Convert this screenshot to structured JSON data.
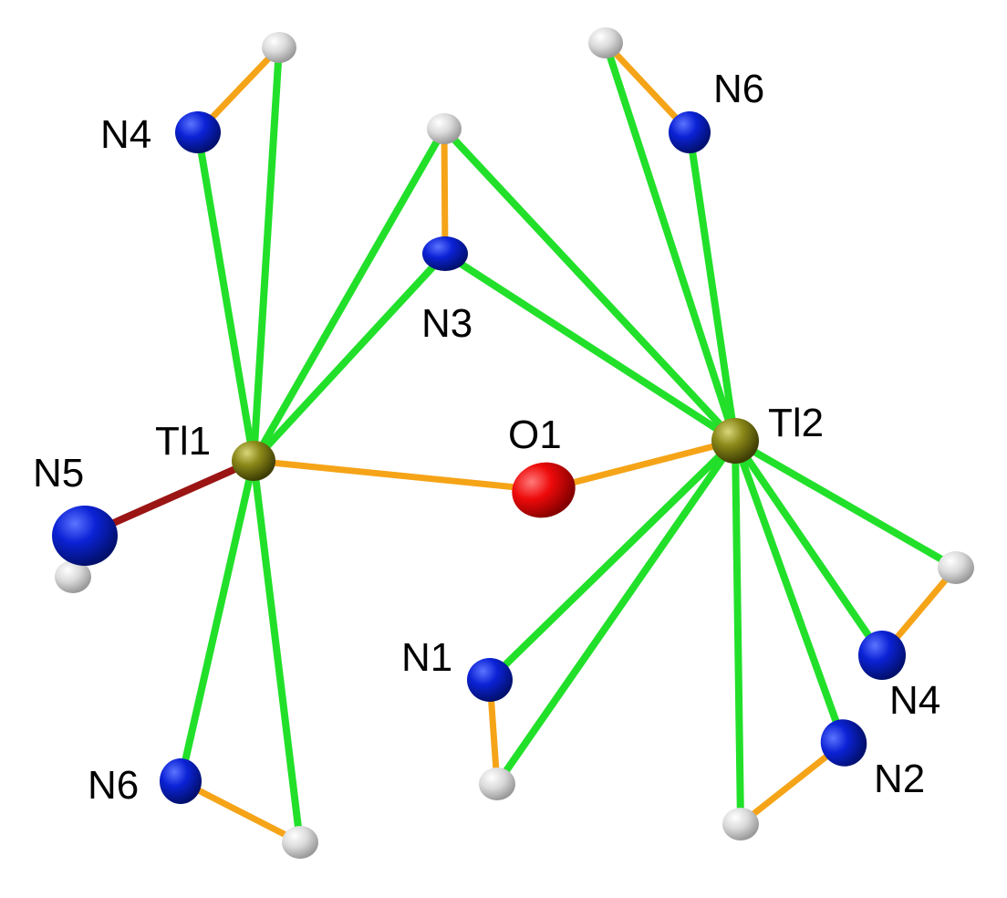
{
  "colors": {
    "coord_bond": "#22e02a",
    "bond": "#f5a418",
    "tl_n5_bond": "#9b1515",
    "thallium": "#6b6a10",
    "nitrogen": "#0a1fc8",
    "oxygen": "#e00a0a",
    "hydrogen": "#d8d8d8"
  },
  "atoms": {
    "tl1": {
      "element": "thallium",
      "label": "Tl1"
    },
    "tl2": {
      "element": "thallium",
      "label": "Tl2"
    },
    "o1": {
      "element": "oxygen",
      "label": "O1"
    },
    "n5": {
      "element": "nitrogen",
      "label": "N5"
    },
    "n4a": {
      "element": "nitrogen",
      "label": "N4"
    },
    "n3": {
      "element": "nitrogen",
      "label": "N3"
    },
    "n6a": {
      "element": "nitrogen",
      "label": "N6"
    },
    "n6b": {
      "element": "nitrogen",
      "label": "N6"
    },
    "n1": {
      "element": "nitrogen",
      "label": "N1"
    },
    "n4b": {
      "element": "nitrogen",
      "label": "N4"
    },
    "n2": {
      "element": "nitrogen",
      "label": "N2"
    },
    "h_n4a": {
      "element": "hydrogen"
    },
    "h_n3": {
      "element": "hydrogen"
    },
    "h_n6a": {
      "element": "hydrogen"
    },
    "h_n5": {
      "element": "hydrogen"
    },
    "h_n6b": {
      "element": "hydrogen"
    },
    "h_n1": {
      "element": "hydrogen"
    },
    "h_n4b": {
      "element": "hydrogen"
    },
    "h_n2": {
      "element": "hydrogen"
    }
  },
  "bonds": [
    {
      "from": "h_n4a",
      "to": "n4a",
      "kind": "bond"
    },
    {
      "from": "h_n3",
      "to": "n3",
      "kind": "bond"
    },
    {
      "from": "h_n6a",
      "to": "n6a",
      "kind": "bond"
    },
    {
      "from": "h_n5",
      "to": "n5",
      "kind": "bond"
    },
    {
      "from": "n6b",
      "to": "h_n6b",
      "kind": "bond"
    },
    {
      "from": "n1",
      "to": "h_n1",
      "kind": "bond"
    },
    {
      "from": "n4b",
      "to": "h_n4b",
      "kind": "bond"
    },
    {
      "from": "n2",
      "to": "h_n2",
      "kind": "bond"
    },
    {
      "from": "tl1",
      "to": "o1",
      "kind": "bond"
    },
    {
      "from": "o1",
      "to": "tl2",
      "kind": "bond"
    },
    {
      "from": "tl1",
      "to": "n5",
      "kind": "tl_n5_bond"
    },
    {
      "from": "tl1",
      "to": "n4a",
      "kind": "coord_bond"
    },
    {
      "from": "tl1",
      "to": "h_n4a",
      "kind": "coord_bond"
    },
    {
      "from": "tl1",
      "to": "h_n3",
      "kind": "coord_bond"
    },
    {
      "from": "tl1",
      "to": "n3",
      "kind": "coord_bond"
    },
    {
      "from": "tl1",
      "to": "n6b",
      "kind": "coord_bond"
    },
    {
      "from": "tl1",
      "to": "h_n6b",
      "kind": "coord_bond"
    },
    {
      "from": "tl2",
      "to": "h_n3",
      "kind": "coord_bond"
    },
    {
      "from": "tl2",
      "to": "n3",
      "kind": "coord_bond"
    },
    {
      "from": "tl2",
      "to": "h_n6a",
      "kind": "coord_bond"
    },
    {
      "from": "tl2",
      "to": "n6a",
      "kind": "coord_bond"
    },
    {
      "from": "tl2",
      "to": "n1",
      "kind": "coord_bond"
    },
    {
      "from": "tl2",
      "to": "h_n1",
      "kind": "coord_bond"
    },
    {
      "from": "tl2",
      "to": "h_n2",
      "kind": "coord_bond"
    },
    {
      "from": "tl2",
      "to": "n2",
      "kind": "coord_bond"
    },
    {
      "from": "tl2",
      "to": "n4b",
      "kind": "coord_bond"
    },
    {
      "from": "tl2",
      "to": "h_n4b",
      "kind": "coord_bond"
    }
  ]
}
